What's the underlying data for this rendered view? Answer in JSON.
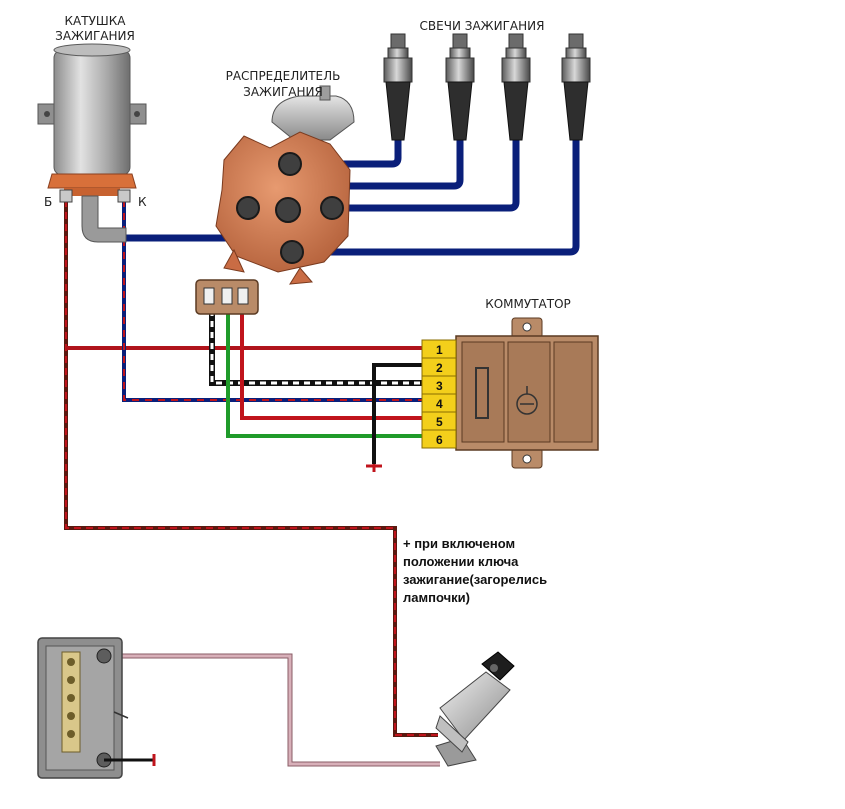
{
  "labels": {
    "coil_line1": "КАТУШКА",
    "coil_line2": "ЗАЖИГАНИЯ",
    "plugs": "СВЕЧИ ЗАЖИГАНИЯ",
    "distributor_line1": "РАСПРЕДЕЛИТЕЛЬ",
    "distributor_line2": "ЗАЖИГАНИЯ",
    "commutator": "КОММУТАТОР",
    "terminal_b": "Б",
    "terminal_k": "К",
    "note_line1": "+ при включеном",
    "note_line2": "положении ключа",
    "note_line3": "зажигание(загорелись",
    "note_line4": "лампочки)"
  },
  "commutator_pins": [
    "1",
    "2",
    "3",
    "4",
    "5",
    "6"
  ],
  "colors": {
    "hv_wire": "#0a1f7a",
    "red_wire": "#c0141c",
    "brown_wire": "#5a1a10",
    "green_wire": "#1f9b2a",
    "black_wire": "#111111",
    "pink_wire": "#c99aa6",
    "connector_yellow": "#f3cf1b",
    "commutator_body": "#b98b68",
    "distributor_cap": "#cc7a52"
  }
}
